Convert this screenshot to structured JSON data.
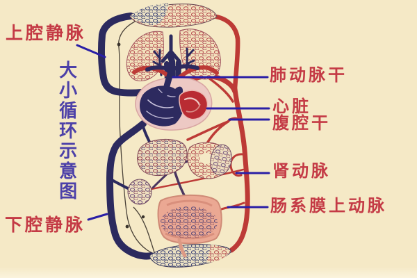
{
  "figure": {
    "vertical_caption": "大小循环示意图"
  },
  "labels": {
    "superior_vena_cava": "上腔静脉",
    "pulmonary_trunk": "肺动脉干",
    "heart": "心脏",
    "celiac_trunk": "腹腔干",
    "renal_artery": "肾动脉",
    "superior_mesenteric_artery": "肠系膜上动脉",
    "inferior_vena_cava": "下腔静脉"
  },
  "colors": {
    "bg": "#f5e9c6",
    "label-red": "#c43a45",
    "caption-blue": "#4c40a8",
    "leader-blue": "#2a1fa6",
    "vein-navy": "#2c2a5e",
    "artery-red": "#bd3a36"
  }
}
